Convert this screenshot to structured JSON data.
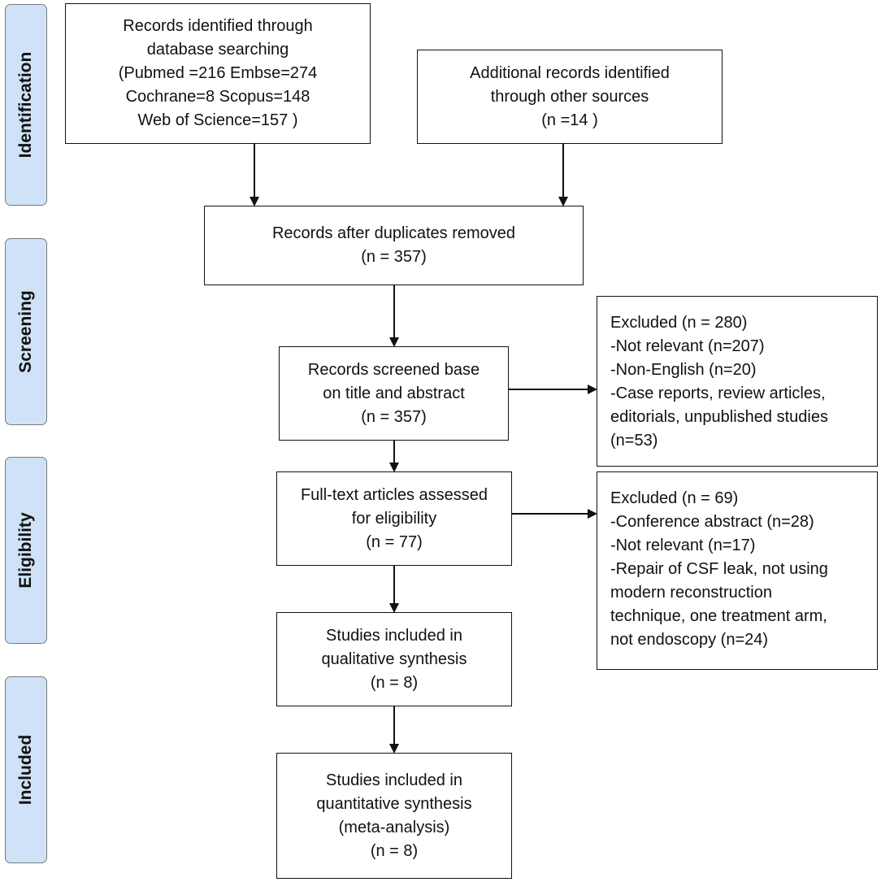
{
  "stages": {
    "identification": "Identification",
    "screening": "Screening",
    "eligibility": "Eligibility",
    "included": "Included"
  },
  "boxes": {
    "database": {
      "lines": [
        "Records identified through",
        "database searching",
        "(Pubmed =216 Embse=274",
        "Cochrane=8 Scopus=148",
        "Web of Science=157 )"
      ]
    },
    "additional": {
      "lines": [
        "Additional records identified",
        "through other sources",
        "(n =14 )"
      ]
    },
    "duplicates": {
      "lines": [
        "Records after duplicates removed",
        "(n = 357)"
      ]
    },
    "screened": {
      "lines": [
        "Records screened base",
        "on title and abstract",
        "(n = 357)"
      ]
    },
    "excluded_screening": {
      "lines": [
        "Excluded (n = 280)",
        "-Not relevant (n=207)",
        "-Non-English (n=20)",
        "-Case reports, review articles,",
        "editorials, unpublished studies",
        "(n=53)"
      ]
    },
    "fulltext": {
      "lines": [
        "Full-text articles assessed",
        "for eligibility",
        "(n = 77)"
      ]
    },
    "excluded_eligibility": {
      "lines": [
        "Excluded (n = 69)",
        "-Conference abstract (n=28)",
        "-Not relevant (n=17)",
        "-Repair of CSF leak, not using",
        "modern reconstruction",
        "technique, one treatment arm,",
        "not endoscopy (n=24)"
      ]
    },
    "qualitative": {
      "lines": [
        "Studies included in",
        "qualitative synthesis",
        "(n = 8)"
      ]
    },
    "quantitative": {
      "lines": [
        "Studies included in",
        "quantitative synthesis",
        "(meta-analysis)",
        "(n = 8)"
      ]
    }
  }
}
